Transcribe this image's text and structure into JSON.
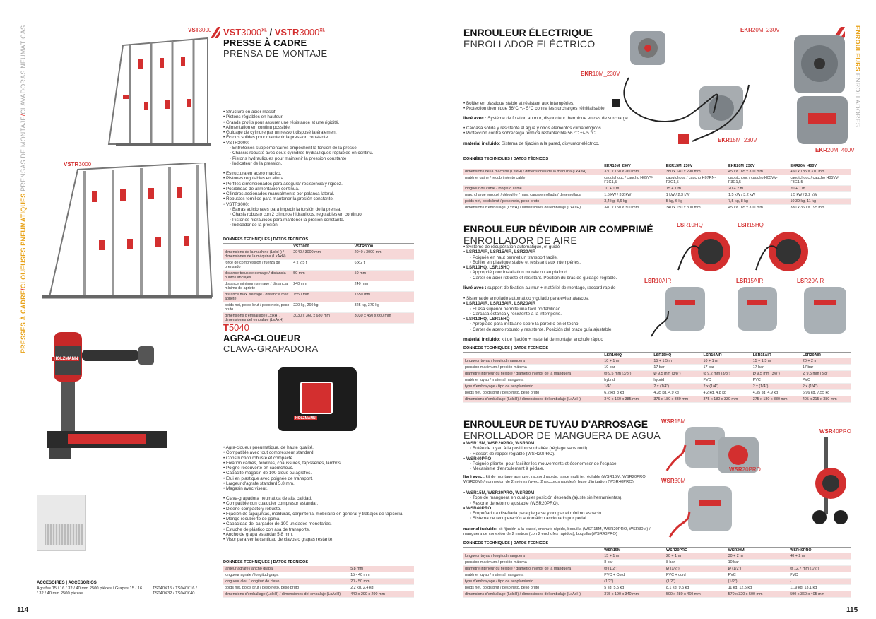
{
  "side_left": {
    "a": "PRESSES À CADRE",
    "b": "CLOUEUSES PNEUMATIQUES",
    "c": "PRENSAS DE MONTAJE",
    "d": "CLAVADORAS NEUMÁTICAS",
    "slash": "/"
  },
  "side_right": {
    "a": "ENROULEURS",
    "b": "ENROLLADORES"
  },
  "pages": {
    "left": "114",
    "right": "115"
  },
  "vst": {
    "model_a": "VST",
    "model_a_num": "3000",
    "model_sup": "XL",
    "model_sep": " / ",
    "model_b": "VSTR",
    "model_b_num": "3000",
    "model_b_sup": "XL",
    "title_fr": "PRESSE À CADRE",
    "title_es": "PRENSA DE MONTAJE",
    "img_label_1": "VST",
    "img_label_1n": "3000",
    "img_label_2": "VSTR",
    "img_label_2n": "3000",
    "features_fr": [
      {
        "t": "Structure en acier massif.",
        "l": 0
      },
      {
        "t": "Pistons réglables en hauteur.",
        "l": 0
      },
      {
        "t": "Grands profils pour assurer une résistance et une rigidité.",
        "l": 0
      },
      {
        "t": "Alimentation en continu possible.",
        "l": 0
      },
      {
        "t": "Guidage de cylindre par un ressort disposé latéralement",
        "l": 0
      },
      {
        "t": "Écrous solides pour maintenir la pression constante.",
        "l": 0
      },
      {
        "t": "VSTR3000:",
        "l": 0
      },
      {
        "t": "Entretoises supplémentaires empêchent la torsion de la presse.",
        "l": 1
      },
      {
        "t": "Châssis robuste avec deux cylindres hydrauliques réglables en continu.",
        "l": 1
      },
      {
        "t": "Pistons hydrauliques pour maintenir la pression constante",
        "l": 1
      },
      {
        "t": "Indicateur de la pression.",
        "l": 1
      }
    ],
    "features_es": [
      {
        "t": "Estructura en acero macizo.",
        "l": 0
      },
      {
        "t": "Pistones regulables en altura.",
        "l": 0
      },
      {
        "t": "Perfiles dimensionados para asegurar resistencia y rigidez.",
        "l": 0
      },
      {
        "t": "Posibilidad de alimentación continua.",
        "l": 0
      },
      {
        "t": "Cilindros accionados manualmente por palanca lateral.",
        "l": 0
      },
      {
        "t": "Robustos tornillos para mantener la presión constante.",
        "l": 0
      },
      {
        "t": "VSTR3000:",
        "l": 0
      },
      {
        "t": "Barras adicionales para impedir la torsión de la prensa.",
        "l": 1
      },
      {
        "t": "Chasis robusto con 2 cilindros hidráulicos, regulables en continuo.",
        "l": 1
      },
      {
        "t": "Pistones hidráulicos para mantener la presión constante.",
        "l": 1
      },
      {
        "t": "Indicador de la presión.",
        "l": 1
      }
    ],
    "table": {
      "caption": "DONNÉES TECHNIQUES | DATOS TÉCNICOS",
      "headers": [
        "",
        "VST3000",
        "VSTR3000"
      ],
      "rows": [
        [
          "dimensions de la machine (LxlxH) / dimensiones de la máquina (LxAxH)",
          "2040 / 3000 mm",
          "2040 / 3000 mm"
        ],
        [
          "force de compression / fuerza de prensado",
          "4 x 2,5 t",
          "6 x 2 t"
        ],
        [
          "distance trous de serrage / distancia puntos anclajes",
          "50 mm",
          "50 mm"
        ],
        [
          "distance minimum serrage / distancia mínima de apriete",
          "240 mm",
          "240 mm"
        ],
        [
          "distance max. serrage / distancia máx. apriete",
          "1550 mm",
          "1550 mm"
        ],
        [
          "poids net, poids brut / peso neto, peso bruto",
          "220 kg, 260 kg",
          "325 kg, 370 kg"
        ],
        [
          "dimensions d'emballage (LxlxH) / dimensiones del embalaje (LxAxH)",
          "3030 x 360 x 680 mm",
          "3030 x 450 x 660 mm"
        ]
      ]
    }
  },
  "t5040": {
    "model_a": "T",
    "model_num": "5040",
    "title_fr": "AGRA-CLOUEUR",
    "title_es": "CLAVA-GRAPADORA",
    "brand": "HOLZMANN",
    "features_fr": [
      "Agra-cloueur pneumatique, de haute qualité.",
      "Compatible avec tout compresseur standard.",
      "Construction robuste et compacte.",
      "Fixation cadres, fenêtres, chaussures, tapisseries, lambris.",
      "Poigne recouverte en caoutchouc.",
      "Capacité magasin de 100 clous ou agrafes.",
      "Étui en plastique avec poignée de transport.",
      "Largeur d'agrafe standard 5,8 mm.",
      "Magasin avec viseur."
    ],
    "features_es": [
      "Clava-grapadora neumática de alta calidad.",
      "Compatible con cualquier compresor estándar.",
      "Diseño compacto y robusto.",
      "Fijación de tapajuntas, molduras, carpintería, mobiliario en general y trabajos de tapicería.",
      "Mango recubierto de goma.",
      "Capacidad del cargador de 100 unidades monetarias.",
      "Estuche de plástico con asa de transporte.",
      "Ancho de grapa estándar 5,8 mm.",
      "Visor para ver la cantidad de clavos o grapas restante."
    ],
    "table": {
      "caption": "DONNÉES TECHNIQUES | DATOS TÉCNICOS",
      "rows": [
        [
          "largeur agrafe / ancho grapa",
          "5,8 mm"
        ],
        [
          "longueur agrafe / longitud grapa",
          "15 - 40 mm"
        ],
        [
          "longueur clou / longitud de clavo",
          "20 - 50 mm"
        ],
        [
          "poids net, poids brut / peso neto, peso bruto",
          "2,2 kg, 2,4 kg"
        ],
        [
          "dimensions d'emballage (LxlxH) / dimensiones del embalaje (LxAxH)",
          "440 x 290 x 290 mm"
        ]
      ]
    },
    "acc_title": "ACCESOIRES | ACCESORIOS",
    "acc_left": "Agrafes 15 / 16 / 32 / 40 mm 2500 pièces / Grapas 15 / 16 / 32 / 40 mm 2500 piezas",
    "acc_right": "TS040K15 / TS040K16 / TS040K32 / TS040K40"
  },
  "ekr": {
    "title_fr": "ENROULEUR ÉLECTRIQUE",
    "title_es": "ENROLLADOR ELÉCTRICO",
    "lbl_20_230": "EKR",
    "lbl_20_230n": "20M_230V",
    "lbl_10": "EKR",
    "lbl_10n": "10M_230V",
    "lbl_15": "EKR",
    "lbl_15n": "15M_230V",
    "lbl_20_400": "EKR",
    "lbl_20_400n": "20M_400V",
    "features_fr": [
      "Boîtier en plastique stable et résistant aux intempéries.",
      "Protection thermique 56°C +/- 5°C contre les surcharges réinitialisable."
    ],
    "livre_fr_b": "livré avec :",
    "livre_fr": " Système de fixation au mur, disjoncteur thermique en cas de surcharge",
    "features_es": [
      "Carcasa sólida y resistente al agua y otros elementos climatológicos.",
      "Protección contra sobrecarga térmica restablecible 56 °C +/- 5 °C."
    ],
    "incl_es_b": "material incluido:",
    "incl_es": " Sistema de fijación a la pared, disyuntor eléctrico.",
    "table": {
      "caption": "DONNÉES TECHNIQUES | DATOS TÉCNICOS",
      "headers": [
        "",
        "EKR10M_230V",
        "EKR15M_230V",
        "EKR20M_230V",
        "EKR20M_400V"
      ],
      "rows": [
        [
          "dimensions de la machine (LxlxH) / dimensiones de la máquina (LxAxH)",
          "330 x 160 x 260 mm",
          "380 x 140 x 290 mm",
          "450 x 185 x 310 mm",
          "450 x 185 x 310 mm"
        ],
        [
          "matériel gaine / recubrimiento cable",
          "caoutchouc / caucho H05VV-F3G1,5",
          "caoutchouc / caucho H07RN-F3G1,5",
          "caoutchouc / caucho H05VV-F3G1,5",
          "caoutchouc / caucho H05VV-F3G1,5"
        ],
        [
          "longueur du câble / longitud cable",
          "10 + 1 m",
          "15 + 1 m",
          "20 + 2 m",
          "20 + 1 m"
        ],
        [
          "max. charge enroulé / déroulée / max. carga enrollada / desenrollada",
          "1,5 kW / 3,2 kW",
          "1 kW / 2,3 kW",
          "1,5 kW / 3,2 kW",
          "1,5 kW / 2,2 kW"
        ],
        [
          "poids net, poids brut / peso neto, peso bruto",
          "3,4 kg, 3,6 kg",
          "5 kg, 6 kg",
          "7,5 kg, 8 kg",
          "10,39 kg, 11 kg"
        ],
        [
          "dimensions d'emballage (LxlxH) / dimensiones del embalaje (LxAxH)",
          "340 x 150 x 300 mm",
          "340 x 150 x 300 mm",
          "450 x 185 x 310 mm",
          "380 x 360 x 195 mm"
        ]
      ]
    }
  },
  "lsr": {
    "title_fr": "ENROULEUR DÉVIDOIR AIR COMPRIMÉ",
    "title_es": "ENROLLADOR DE AIRE",
    "lbl_10hq": "LSR",
    "lbl_10hqn": "10HQ",
    "lbl_15hq": "LSR",
    "lbl_15hqn": "15HQ",
    "lbl_10air": "LSR",
    "lbl_10airn": "10AIR",
    "lbl_15air": "LSR",
    "lbl_15airn": "15AIR",
    "lbl_20air": "LSR",
    "lbl_20airn": "20AIR",
    "features_fr": [
      {
        "t": "Système de récupération automatique, et guidé",
        "l": 0
      },
      {
        "t": "LSR10AIR, LSR15AIR, LSR20AIR",
        "l": 2
      },
      {
        "t": "Poignée en haut permet un transport facile.",
        "l": 1
      },
      {
        "t": "Boîtier en plastique stable et résistant aux intempéries.",
        "l": 1
      },
      {
        "t": "LSR10HQ, LSR15HQ",
        "l": 2
      },
      {
        "t": "Approprié pour installation murale ou au plafond.",
        "l": 1
      },
      {
        "t": "Carter en acier robuste et résistant. Position du bras de guidage réglable.",
        "l": 1
      }
    ],
    "livre_fr_b": "livré avec :",
    "livre_fr": " support de fixation au mur + matériel de montage, raccord rapide",
    "features_es": [
      {
        "t": "Sistema de enrollado automático y guiado para evitar atascos.",
        "l": 0
      },
      {
        "t": "LSR10AIR, LSR15AIR, LSR20AIR",
        "l": 2
      },
      {
        "t": "El asa superior permite una fácil portabilidad.",
        "l": 1
      },
      {
        "t": "Carcasa estanca y resistente a la intemperie.",
        "l": 1
      },
      {
        "t": "LSR10HQ, LSR15HQ",
        "l": 2
      },
      {
        "t": "Apropiado para instalarlo sobre la pared o en el techo.",
        "l": 1
      },
      {
        "t": "Carter de acero robusto y resistente. Posición del brazo guía ajustable.",
        "l": 1
      }
    ],
    "incl_es_b": "material incluido:",
    "incl_es": " kit de fijación + material de montaje, enchufe rápido",
    "table": {
      "caption": "DONNÉES TECHNIQUES | DATOS TÉCNICOS",
      "headers": [
        "",
        "LSR10HQ",
        "LSR15HQ",
        "LSR10AIR",
        "LSR15AIR",
        "LSR20AIR"
      ],
      "rows": [
        [
          "longueur tuyau / longitud manguera",
          "10 + 1 m",
          "15 + 1,5 m",
          "10 + 1 m",
          "15 + 1,5 m",
          "20 + 2 m"
        ],
        [
          "pression maximum / presión máxima",
          "10 bar",
          "17 bar",
          "17 bar",
          "17 bar",
          "17 bar"
        ],
        [
          "diamètre intérieur du flexible / diámetro interior de la manguera",
          "Ø 9,5 mm (3/8\")",
          "Ø 9,5 mm (3/8\")",
          "Ø 9,2 mm (3/8\")",
          "Ø 9,5 mm (3/8\")",
          "Ø 9,5 mm (3/8\")"
        ],
        [
          "matériel tuyau / material manguera",
          "hybrid",
          "hybrid",
          "PVC",
          "PVC",
          "PVC"
        ],
        [
          "type d'embrayage / tipo de acoplamiento",
          "1/4\"",
          "2 x (1/4\")",
          "2 x (1/4\")",
          "2 x (1/4\")",
          "2 x (1/4\")"
        ],
        [
          "poids net, poids brut / peso neto, peso bruto",
          "6,2 kg, 8 kg",
          "4,35 kg, 4,9 kg",
          "4,2 kg, 4,8 kg",
          "4,35 kg, 4,9 kg",
          "6,96 kg, 7,55 kg"
        ],
        [
          "dimensions d'emballage (LxlxH) / dimensiones del embalaje (LxAxH)",
          "340 x 160 x 385 mm",
          "375 x 180 x 330 mm",
          "375 x 180 x 330 mm",
          "375 x 180 x 330 mm",
          "405 x 215 x 380 mm"
        ]
      ]
    }
  },
  "wsr": {
    "title_fr": "ENROULEUR DE TUYAU D'ARROSAGE",
    "title_es": "ENROLLADOR DE MANGUERA DE AGUA",
    "lbl_15": "WSR",
    "lbl_15n": "15M",
    "lbl_40": "WSR",
    "lbl_40n": "40PRO",
    "lbl_20": "WSR",
    "lbl_20n": "20PRO",
    "lbl_30": "WSR",
    "lbl_30n": "30M",
    "features_fr": [
      {
        "t": "WSR15M, WSR20PRO, WSR30M",
        "l": 2
      },
      {
        "t": "Butée de tuyau à la position souhaitée (réglage sans outil).",
        "l": 1
      },
      {
        "t": "Ressort de rappel réglable (WSR20PRO).",
        "l": 1
      },
      {
        "t": "WSR40PRO",
        "l": 2
      },
      {
        "t": "Poignée pliante, pour faciliter les mouvements et économiser de l'espace.",
        "l": 1
      },
      {
        "t": "Mécanisme d'enroulement à pédale.",
        "l": 1
      }
    ],
    "livre_fr_b": "livré avec :",
    "livre_fr": " kit de montage au mure, raccord rapide, lance multi jet réglable (WSR15M, WSR20PRO, WSR30M) / connexion de 2 mètres (avec. 2 raccords rapides), buse d'irrigation (WSR40PRO)",
    "features_es": [
      {
        "t": "WSR15M, WSR20PRO, WSR30M",
        "l": 2
      },
      {
        "t": "Tope de manguera en cualquier posición deseada (ajuste sin herramientas).",
        "l": 1
      },
      {
        "t": "Resorte de retorno ajustable (WSR20PRO).",
        "l": 1
      },
      {
        "t": "WSR40PRO",
        "l": 2
      },
      {
        "t": "Empuñadura diseñada para plegarse y ocupar el mínimo espacio.",
        "l": 1
      },
      {
        "t": "Sistema de recuperación automático accionado por pedal.",
        "l": 1
      }
    ],
    "incl_es_b": "material incluido:",
    "incl_es": " kit fijación a la pared, enchufe rápido, boquilla (WSR15M, WSR20PRO, WSR30M) / manguera de conexión de 2 metros (con 2 enchufes rápidos), boquilla (WSR40PRO)",
    "table": {
      "caption": "DONNÉES TECHNIQUES | DATOS TÉCNICOS",
      "headers": [
        "",
        "WSR15M",
        "WSR20PRO",
        "WSR30M",
        "WSR40PRO"
      ],
      "rows": [
        [
          "longueur tuyau / longitud manguera",
          "15 + 1 m",
          "20 + 1 m",
          "30 + 2 m",
          "40 + 2 m"
        ],
        [
          "pression maximum / presión máxima",
          "8 bar",
          "8 bar",
          "10 bar",
          "-"
        ],
        [
          "diamètre intérieur du flexible / diámetro interior de la manguera",
          "Ø (1/2\")",
          "Ø (1/2\")",
          "Ø (1/2\")",
          "Ø 12,7 mm (1/2\")"
        ],
        [
          "matériel tuyau / material manguera",
          "PVC + Cord",
          "PVC + cord",
          "PVC",
          "PVC"
        ],
        [
          "type d'embrayage / tipo de acoplamiento",
          "(1/2\")",
          "(1/2\")",
          "(1/2\")",
          "-"
        ],
        [
          "poids net, poids brut / peso neto, peso bruto",
          "5 kg, 5,5 kg",
          "8,1 kg, 9,5 kg",
          "11 kg, 12,5 kg",
          "11,9 kg, 13,1 kg"
        ],
        [
          "dimensions d'emballage (LxlxH) / dimensiones del embalaje (LxAxH)",
          "375 x 190 x 340 mm",
          "500 x 280 x 460 mm",
          "570 x 320 x 500 mm",
          "590 x 360 x 405 mm"
        ]
      ]
    }
  }
}
